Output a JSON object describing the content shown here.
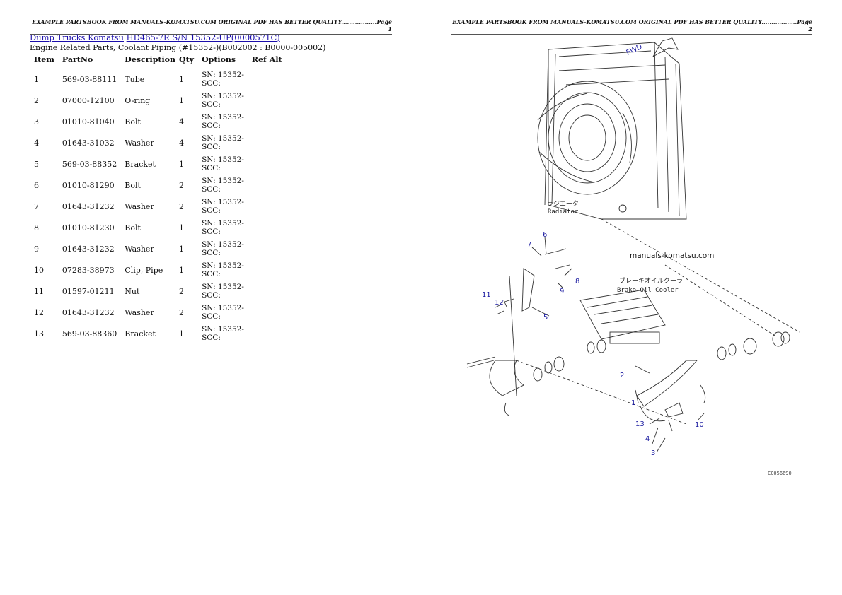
{
  "header": {
    "left": "EXAMPLE PARTSBOOK FROM MANUALS-KOMATSU.COM ORIGINAL PDF HAS BETTER QUALITY..................Page 1",
    "right": "EXAMPLE PARTSBOOK FROM MANUALS-KOMATSU.COM ORIGINAL PDF HAS BETTER QUALITY..................Page 2"
  },
  "breadcrumb": {
    "category": "Dump Trucks Komatsu",
    "model": "HD465-7R S/N 15352-UP(0000571C)"
  },
  "subtitle": "Engine Related Parts, Coolant Piping (#15352-)(B002002 : B0000-005002)",
  "table": {
    "headers": [
      "Item",
      "PartNo",
      "Description",
      "Qty",
      "Options",
      "Ref",
      "Alt"
    ],
    "rows": [
      {
        "item": "1",
        "partno": "569-03-88111",
        "desc": "Tube",
        "qty": "1",
        "opt1": "SN: 15352-",
        "opt2": "SCC:"
      },
      {
        "item": "2",
        "partno": "07000-12100",
        "desc": "O-ring",
        "qty": "1",
        "opt1": "SN: 15352-",
        "opt2": "SCC:"
      },
      {
        "item": "3",
        "partno": "01010-81040",
        "desc": "Bolt",
        "qty": "4",
        "opt1": "SN: 15352-",
        "opt2": "SCC:"
      },
      {
        "item": "4",
        "partno": "01643-31032",
        "desc": "Washer",
        "qty": "4",
        "opt1": "SN: 15352-",
        "opt2": "SCC:"
      },
      {
        "item": "5",
        "partno": "569-03-88352",
        "desc": "Bracket",
        "qty": "1",
        "opt1": "SN: 15352-",
        "opt2": "SCC:"
      },
      {
        "item": "6",
        "partno": "01010-81290",
        "desc": "Bolt",
        "qty": "2",
        "opt1": "SN: 15352-",
        "opt2": "SCC:"
      },
      {
        "item": "7",
        "partno": "01643-31232",
        "desc": "Washer",
        "qty": "2",
        "opt1": "SN: 15352-",
        "opt2": "SCC:"
      },
      {
        "item": "8",
        "partno": "01010-81230",
        "desc": "Bolt",
        "qty": "1",
        "opt1": "SN: 15352-",
        "opt2": "SCC:"
      },
      {
        "item": "9",
        "partno": "01643-31232",
        "desc": "Washer",
        "qty": "1",
        "opt1": "SN: 15352-",
        "opt2": "SCC:"
      },
      {
        "item": "10",
        "partno": "07283-38973",
        "desc": "Clip, Pipe",
        "qty": "1",
        "opt1": "SN: 15352-",
        "opt2": "SCC:"
      },
      {
        "item": "11",
        "partno": "01597-01211",
        "desc": "Nut",
        "qty": "2",
        "opt1": "SN: 15352-",
        "opt2": "SCC:"
      },
      {
        "item": "12",
        "partno": "01643-31232",
        "desc": "Washer",
        "qty": "2",
        "opt1": "SN: 15352-",
        "opt2": "SCC:"
      },
      {
        "item": "13",
        "partno": "569-03-88360",
        "desc": "Bracket",
        "qty": "1",
        "opt1": "SN: 15352-",
        "opt2": "SCC:"
      }
    ]
  },
  "diagram": {
    "fwd": "FWD",
    "radiator_jp": "ラジエータ",
    "radiator_en": "Radiator",
    "cooler_jp": "ブレーキオイルクーラ",
    "cooler_en": "Brake Oil Cooler",
    "watermark": "manuals-komatsu.com",
    "code": "CC056690",
    "callouts": [
      "1",
      "2",
      "3",
      "4",
      "5",
      "6",
      "7",
      "8",
      "9",
      "10",
      "11",
      "12",
      "13"
    ]
  },
  "colors": {
    "link": "#1a0dab",
    "callout": "#1a1aa0"
  }
}
